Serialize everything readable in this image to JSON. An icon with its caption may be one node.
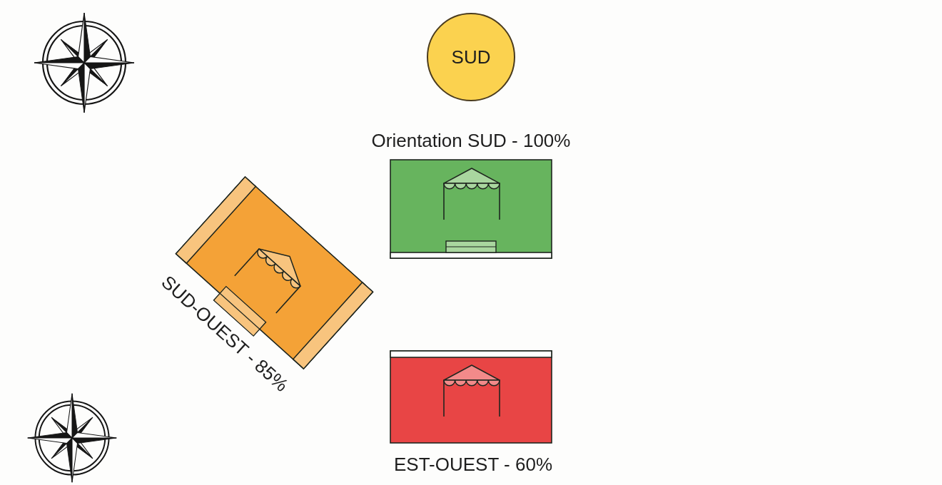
{
  "diagram": {
    "nodes": [
      {
        "text": [
          "SUD"
        ]
      },
      {
        "text": [
          "Orientation SUD - 100%"
        ]
      },
      {
        "text": [
          "SUD-OUEST - 85%"
        ]
      },
      {
        "text": [
          "EST-OUEST - 60%"
        ]
      }
    ]
  }
}
